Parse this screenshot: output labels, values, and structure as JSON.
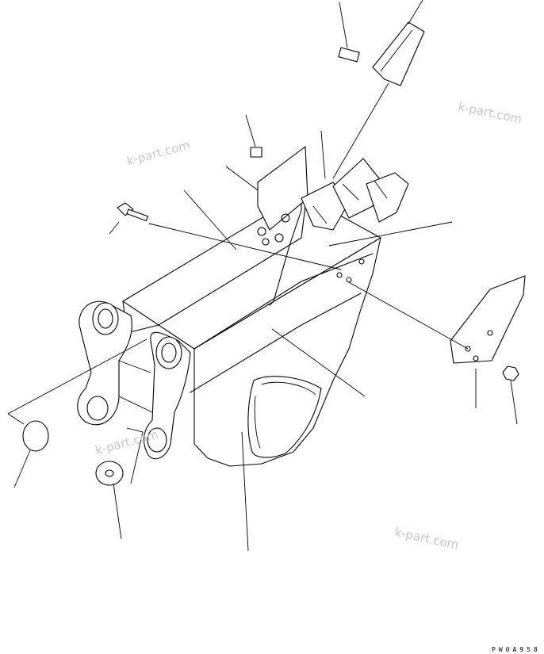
{
  "watermarks": [
    "k-part.com",
    "k-part.com",
    "k-part.com",
    "k-part.com"
  ],
  "drawing_code": "PW0A958",
  "colors": {
    "line": "#000000",
    "background": "#ffffff",
    "watermark": "#c9c9c9"
  }
}
